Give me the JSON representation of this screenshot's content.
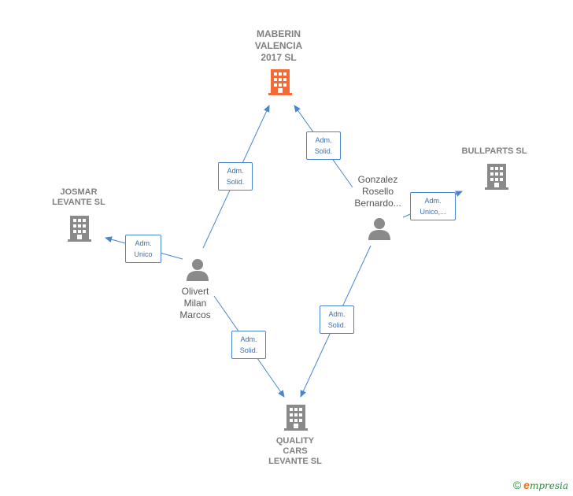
{
  "colors": {
    "main_company": "#f26a35",
    "company": "#8a8a8a",
    "person": "#8a8a8a",
    "edge": "#4a86cf"
  },
  "companies": {
    "maberin": {
      "label": "MABERIN\nVALENCIA\n2017  SL",
      "icon": "building-icon"
    },
    "bullparts": {
      "label": "BULLPARTS SL",
      "icon": "building-icon"
    },
    "josmar": {
      "label": "JOSMAR\nLEVANTE  SL",
      "icon": "building-icon"
    },
    "quality": {
      "label": "QUALITY\nCARS\nLEVANTE  SL",
      "icon": "building-icon"
    }
  },
  "people": {
    "gonzalez": {
      "label": "Gonzalez\nRosello\nBernardo...",
      "icon": "person-icon"
    },
    "olivert": {
      "label": "Olivert\nMilan\nMarcos",
      "icon": "person-icon"
    }
  },
  "roles": {
    "olivert_maberin": "Adm.\nSolid.",
    "gonzalez_maberin": "Adm.\nSolid.",
    "gonzalez_bullparts": "Adm.\nUnico,...",
    "olivert_josmar": "Adm.\nUnico",
    "olivert_quality": "Adm.\nSolid.",
    "gonzalez_quality": "Adm.\nSolid."
  },
  "footer": {
    "copyright": "©",
    "brand_initial": "e",
    "brand_rest": "mpresia"
  }
}
